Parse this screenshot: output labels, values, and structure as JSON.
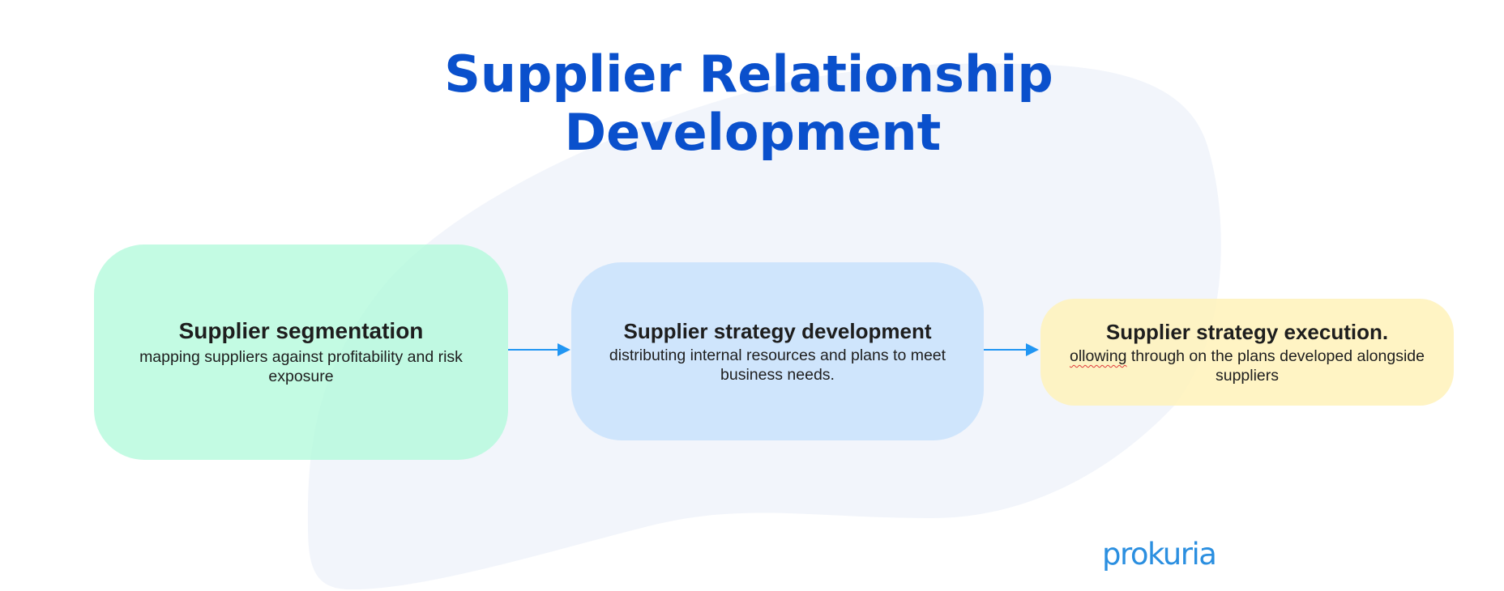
{
  "title": {
    "line1": "Supplier Relationship",
    "line2": "Development"
  },
  "steps": [
    {
      "heading": "Supplier segmentation",
      "description": "mapping suppliers against profitability and risk exposure"
    },
    {
      "heading": "Supplier strategy development",
      "description": "distributing internal resources and plans to meet business needs."
    },
    {
      "heading": "Supplier strategy execution.",
      "description_flagged_word": "ollowing",
      "description_rest": " through on the plans developed alongside suppliers"
    }
  ],
  "logo": {
    "text": "prokuria"
  },
  "colors": {
    "title": "#0a50cc",
    "step1_fill": "#b2fadb",
    "step2_fill": "#c9e2fc",
    "step3_fill": "#fff2ba",
    "arrow": "#2196f3",
    "background_blob": "#f2f5fb",
    "logo": "#2b8fe0"
  }
}
